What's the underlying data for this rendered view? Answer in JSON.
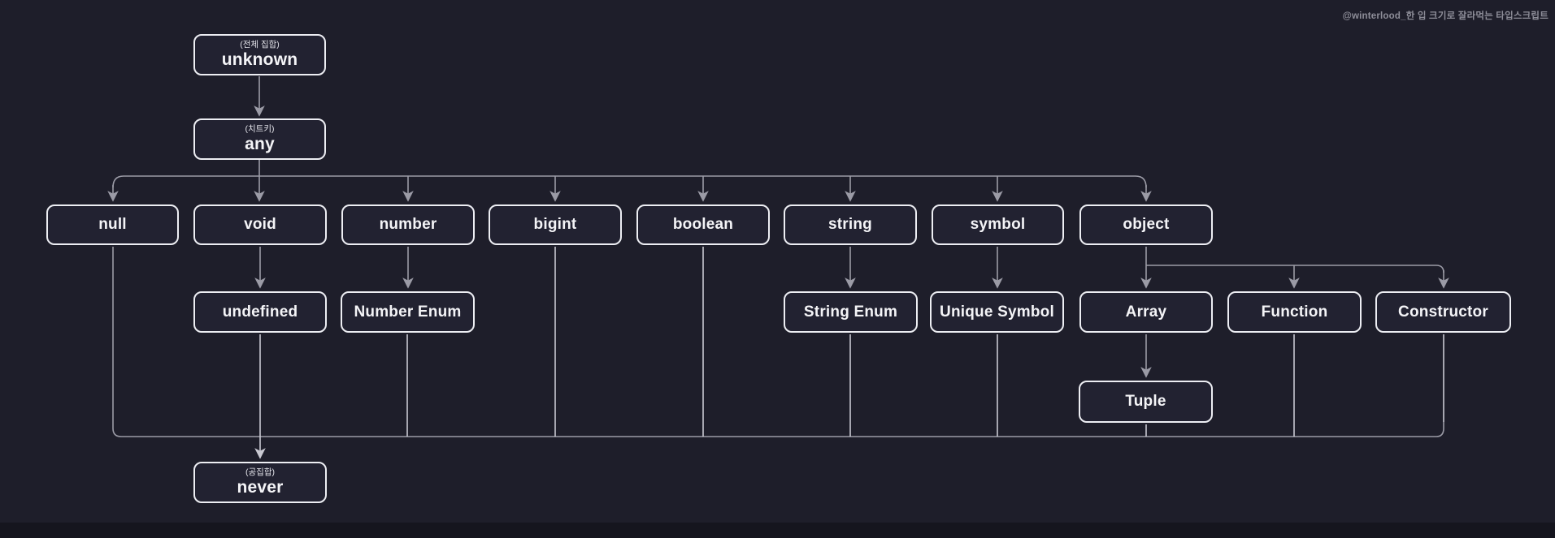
{
  "caption": "@winterlood_한 입 크기로 잘라먹는 타입스크립트",
  "colors": {
    "background": "#1e1e2a",
    "node_fill": "#222231",
    "node_border": "#edeef3",
    "node_text": "#f4f4f7",
    "rail_line": "#9b9ba6",
    "drop_line": "#c9c9d2",
    "caption_text": "#8e8e99"
  },
  "nodes": {
    "unknown": {
      "sublabel": "(전체 집합)",
      "label": "unknown"
    },
    "any": {
      "sublabel": "(치트키)",
      "label": "any"
    },
    "null": {
      "label": "null"
    },
    "void": {
      "label": "void"
    },
    "number": {
      "label": "number"
    },
    "bigint": {
      "label": "bigint"
    },
    "boolean": {
      "label": "boolean"
    },
    "string": {
      "label": "string"
    },
    "symbol": {
      "label": "symbol"
    },
    "object": {
      "label": "object"
    },
    "undefined": {
      "label": "undefined"
    },
    "number_enum": {
      "label": "Number Enum"
    },
    "string_enum": {
      "label": "String Enum"
    },
    "unique_symbol": {
      "label": "Unique Symbol"
    },
    "array": {
      "label": "Array"
    },
    "function": {
      "label": "Function"
    },
    "constructor": {
      "label": "Constructor"
    },
    "tuple": {
      "label": "Tuple"
    },
    "never": {
      "sublabel": "(공집합)",
      "label": "never"
    }
  },
  "edges": [
    {
      "from": "unknown",
      "to": "any"
    },
    {
      "from": "any",
      "to": "null"
    },
    {
      "from": "any",
      "to": "void"
    },
    {
      "from": "any",
      "to": "number"
    },
    {
      "from": "any",
      "to": "bigint"
    },
    {
      "from": "any",
      "to": "boolean"
    },
    {
      "from": "any",
      "to": "string"
    },
    {
      "from": "any",
      "to": "symbol"
    },
    {
      "from": "any",
      "to": "object"
    },
    {
      "from": "void",
      "to": "undefined"
    },
    {
      "from": "number",
      "to": "number_enum"
    },
    {
      "from": "string",
      "to": "string_enum"
    },
    {
      "from": "symbol",
      "to": "unique_symbol"
    },
    {
      "from": "object",
      "to": "array"
    },
    {
      "from": "object",
      "to": "function"
    },
    {
      "from": "object",
      "to": "constructor"
    },
    {
      "from": "array",
      "to": "tuple"
    },
    {
      "from": "null",
      "to": "never"
    },
    {
      "from": "undefined",
      "to": "never"
    },
    {
      "from": "number_enum",
      "to": "never"
    },
    {
      "from": "bigint",
      "to": "never"
    },
    {
      "from": "boolean",
      "to": "never"
    },
    {
      "from": "string_enum",
      "to": "never"
    },
    {
      "from": "unique_symbol",
      "to": "never"
    },
    {
      "from": "tuple",
      "to": "never"
    },
    {
      "from": "function",
      "to": "never"
    },
    {
      "from": "constructor",
      "to": "never"
    }
  ]
}
